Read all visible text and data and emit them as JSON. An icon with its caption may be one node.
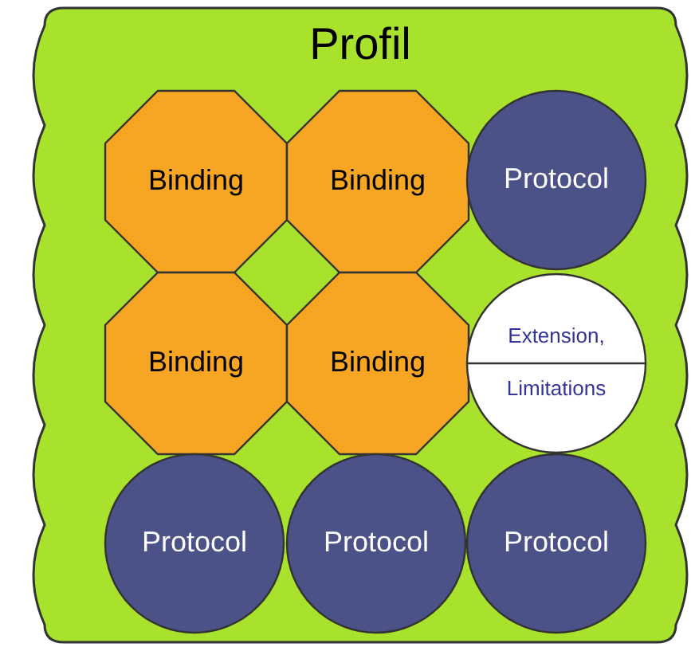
{
  "diagram": {
    "nodes": [
      {
        "text": [
          "Profil"
        ]
      },
      {
        "text": [
          "Binding"
        ],
        "in": 0
      },
      {
        "text": [
          "Binding"
        ],
        "in": 0
      },
      {
        "text": [
          "Protocol"
        ],
        "in": 0
      },
      {
        "text": [
          "Binding"
        ],
        "in": 0
      },
      {
        "text": [
          "Binding"
        ],
        "in": 0
      },
      {
        "text": [
          "Extension,",
          "Limitations"
        ],
        "in": 0
      },
      {
        "text": [
          "Protocol"
        ],
        "in": 0
      },
      {
        "text": [
          "Protocol"
        ],
        "in": 0
      },
      {
        "text": [
          "Protocol"
        ],
        "in": 0
      }
    ]
  }
}
